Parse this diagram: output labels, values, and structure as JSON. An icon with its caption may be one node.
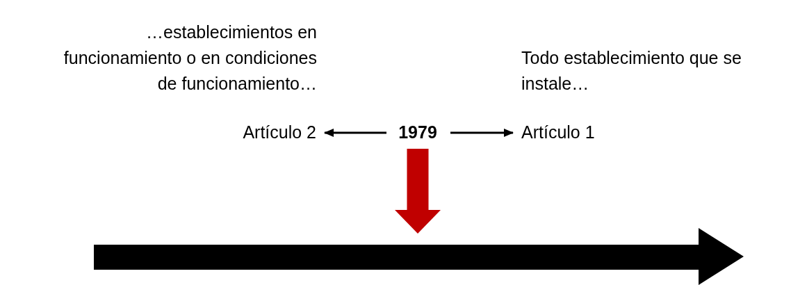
{
  "diagram": {
    "nodes": [
      {
        "text": [
          "Artículo 2"
        ],
        "beside": [
          "…establecimientos en funcionamiento o en condiciones de funcionamiento…"
        ]
      },
      {
        "text": [
          "1979"
        ]
      },
      {
        "text": [
          "Artículo 1"
        ],
        "beside": [
          "Todo establecimiento que se instale…"
        ]
      },
      {
        "text": [],
        "shape": "arrow"
      }
    ],
    "edges": [
      {
        "from": 1,
        "to": 0,
        "arrow": "to"
      },
      {
        "from": 1,
        "to": 2,
        "arrow": "to"
      },
      {
        "from": 1,
        "to": 3,
        "arrow": "to",
        "style": "thick",
        "color": "#c00000"
      }
    ]
  }
}
